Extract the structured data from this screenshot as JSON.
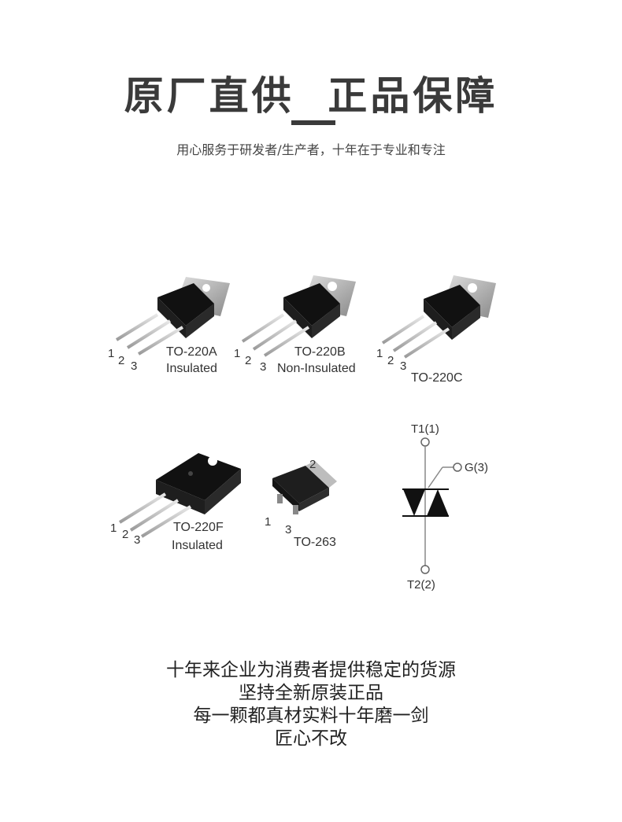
{
  "header": {
    "title": "原厂直供  正品保障",
    "subtitle": "用心服务于研发者/生产者，十年在于专业和专注"
  },
  "packages": [
    {
      "name": "TO-220A",
      "note": "Insulated",
      "pins": [
        "1",
        "2",
        "3"
      ]
    },
    {
      "name": "TO-220B",
      "note": "Non-Insulated",
      "pins": [
        "1",
        "2",
        "3"
      ]
    },
    {
      "name": "TO-220C",
      "note": "",
      "pins": [
        "1",
        "2",
        "3"
      ]
    },
    {
      "name": "TO-220F",
      "note": "Insulated",
      "pins": [
        "1",
        "2",
        "3"
      ]
    },
    {
      "name": "TO-263",
      "note": "",
      "pins": [
        "1",
        "2",
        "3"
      ]
    }
  ],
  "symbol": {
    "t1": "T1(1)",
    "gate": "G(3)",
    "t2": "T2(2)"
  },
  "slogan": [
    "十年来企业为消费者提供稳定的货源",
    "坚持全新原装正品",
    "每一颗都真材实料十年磨一剑",
    "匠心不改"
  ],
  "colors": {
    "text": "#3a3a3a",
    "package_body": "#1a1a1a",
    "heatsink": "#9a9a9a"
  }
}
